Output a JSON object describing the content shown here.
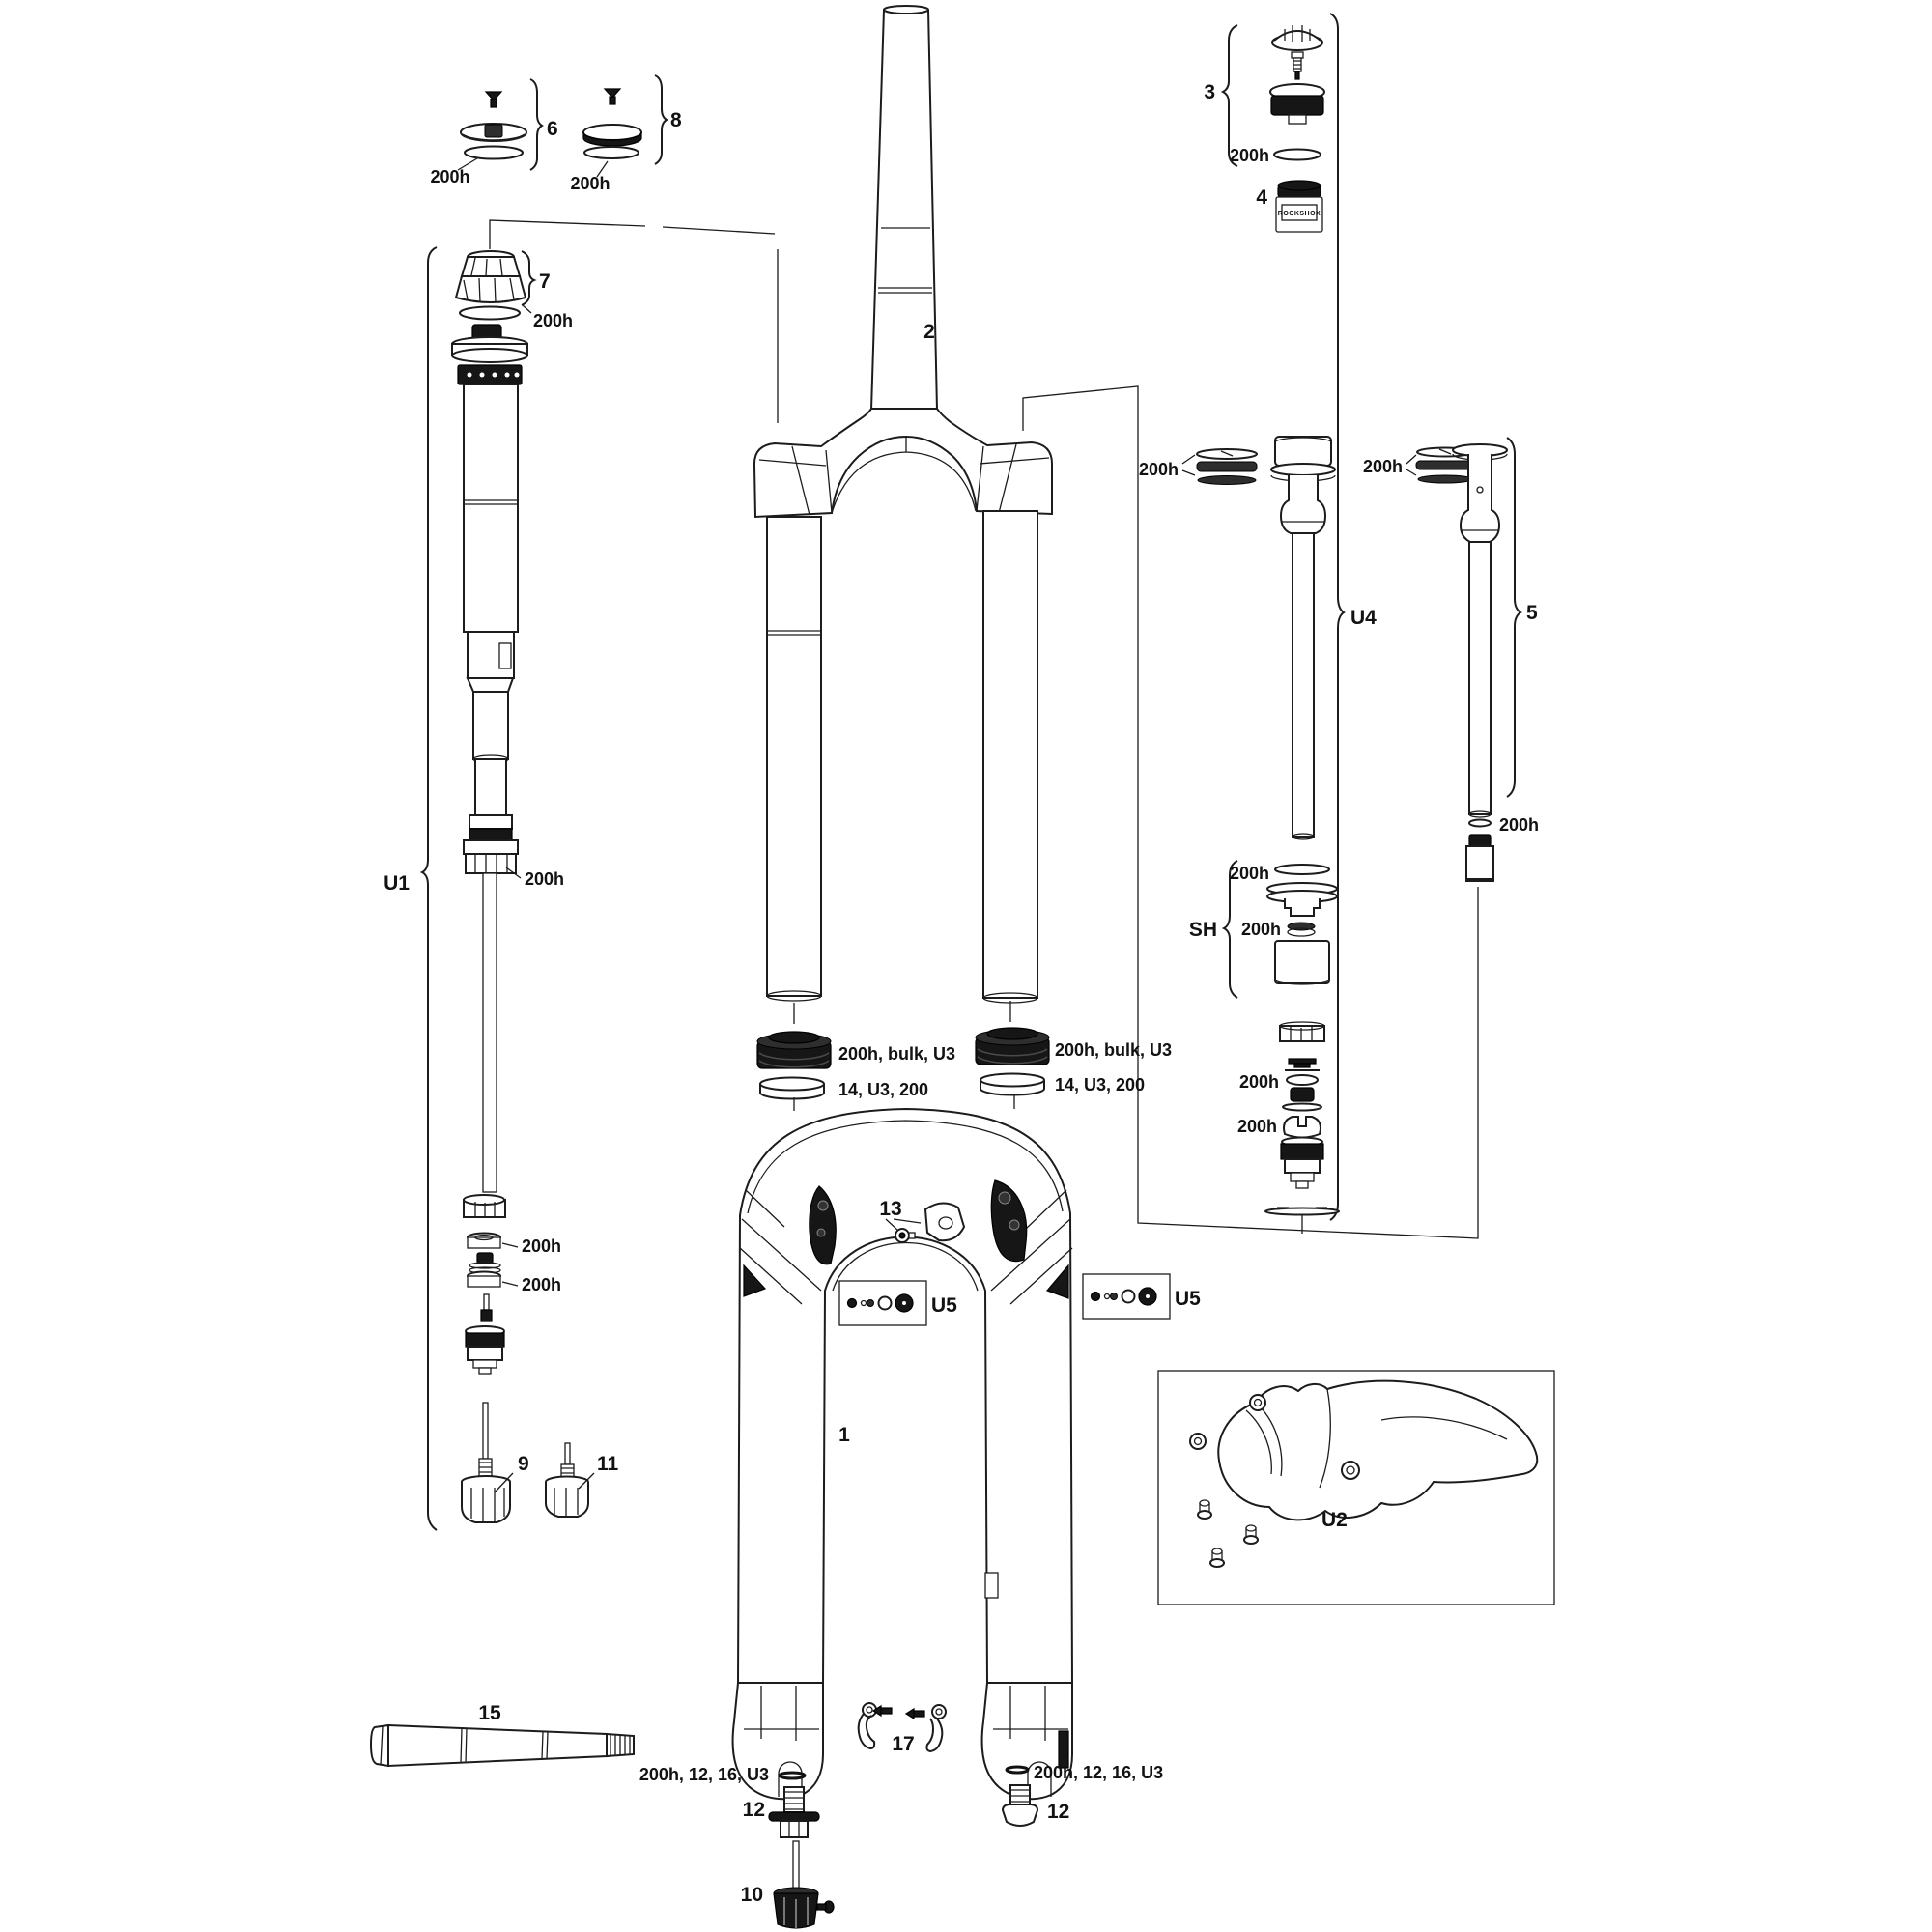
{
  "diagram": {
    "background": "#ffffff",
    "ink": "#1c1c1c",
    "labels": {
      "n1": "1",
      "n2": "2",
      "n3": "3",
      "n4": "4",
      "n5": "5",
      "n6": "6",
      "n7": "7",
      "n8": "8",
      "n9": "9",
      "n10": "10",
      "n11": "11",
      "n12": "12",
      "n13": "13",
      "n15": "15",
      "n17": "17",
      "u1": "U1",
      "u2": "U2",
      "u4": "U4",
      "u5": "U5",
      "sh": "SH",
      "s200h": "200h",
      "seal_kit": "200h, bulk, U3",
      "foam_ring_kit": "14, U3, 200",
      "axle_bolt_kit": "200h, 12, 16, U3",
      "brand": "ROCKSHOX"
    }
  }
}
